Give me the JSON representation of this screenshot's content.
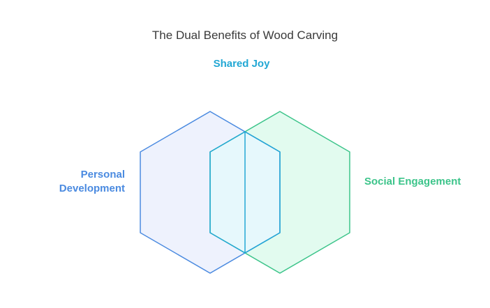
{
  "title": "The Dual Benefits of Wood Carving",
  "intersection": {
    "label": "Shared Joy",
    "color": "#22a7d4"
  },
  "sets": [
    {
      "id": "personal",
      "label_lines": [
        "Personal",
        "Development"
      ],
      "stroke": "#4a8ae0",
      "fill": "#eef2fd"
    },
    {
      "id": "social",
      "label_lines": [
        "Social Engagement"
      ],
      "stroke": "#3cc48a",
      "fill": "#e2fbef"
    }
  ],
  "overlap_fill": "#e6f8fc"
}
